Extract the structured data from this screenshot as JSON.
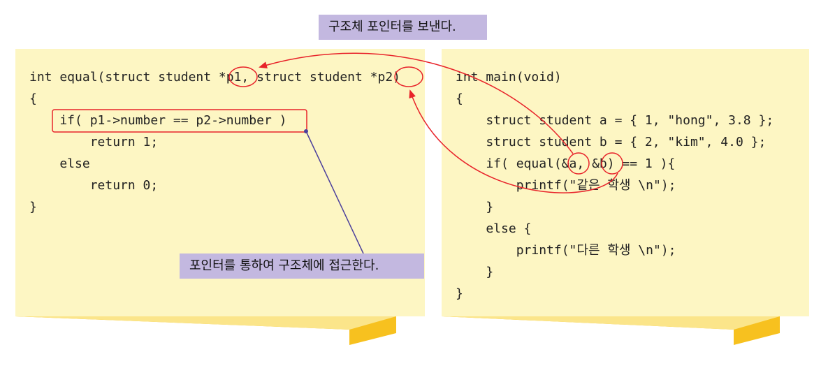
{
  "left_code": {
    "lines": [
      "int equal(struct student *p1, struct student *p2)",
      "{",
      "    if( p1->number == p2->number )",
      "        return 1;",
      "    else",
      "        return 0;",
      "}"
    ]
  },
  "right_code": {
    "lines": [
      "int main(void)",
      "{",
      "    struct student a = { 1, \"hong\", 3.8 };",
      "    struct student b = { 2, \"kim\", 4.0 };",
      "    if( equal(&a, &b) == 1 ){",
      "        printf(\"같은 학생 \\n\");",
      "    }",
      "    else {",
      "        printf(\"다른 학생 \\n\");",
      "    }",
      "}"
    ]
  },
  "callouts": {
    "top": "구조체 포인터를 보낸다.",
    "bottom": "포인터를 통하여 구조체에 접근한다."
  },
  "colors": {
    "panel": "#fdf6c3",
    "callout": "#c3b8e0",
    "arrow": "#e8232a",
    "pointer_line": "#4b3f9c",
    "fold": "#f7c11f"
  }
}
